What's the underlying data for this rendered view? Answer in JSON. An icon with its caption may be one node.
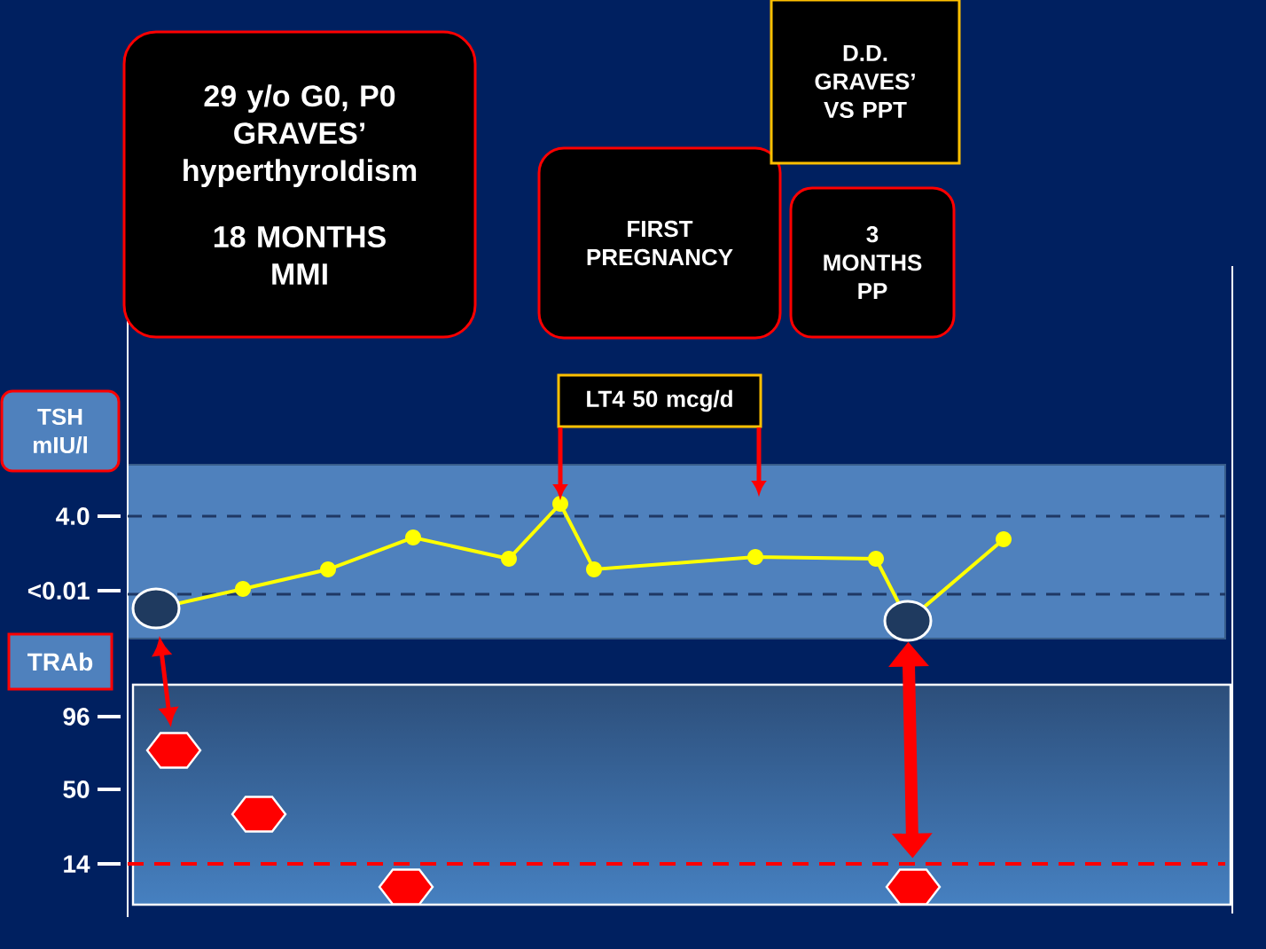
{
  "diagram": {
    "nodes": [
      {
        "text": [
          "29 y/o G0, P0 GRAVES’ hyperthyroIdism",
          "18 MONTHS MMI"
        ]
      },
      {
        "text": [
          "FIRST PREGNANCY"
        ]
      },
      {
        "text": [
          "D.D. GRAVES’ VS PPT"
        ]
      },
      {
        "text": [
          "3 MONTHS PP"
        ]
      },
      {
        "text": [
          "LT4 50 mcg/d"
        ]
      },
      {
        "text": [
          "TSH mIU/l"
        ]
      },
      {
        "text": [
          "TRAb"
        ]
      },
      {
        "text": [],
        "shape": "circle"
      },
      {
        "text": [],
        "shape": "circle"
      },
      {
        "text": [],
        "shape": "hexagon"
      },
      {
        "text": [],
        "shape": "hexagon"
      },
      {
        "text": [],
        "shape": "hexagon"
      },
      {
        "text": [],
        "shape": "hexagon"
      }
    ],
    "edges": [
      {
        "from": 4,
        "to": null,
        "arrow": "to"
      },
      {
        "from": 4,
        "to": null,
        "arrow": "to"
      },
      {
        "from": 7,
        "to": 9,
        "arrow": "both"
      },
      {
        "from": 8,
        "to": 12,
        "arrow": "both",
        "style": "thick"
      }
    ],
    "labels": [
      "4.0",
      "<0.01",
      "96",
      "50",
      "14"
    ]
  }
}
